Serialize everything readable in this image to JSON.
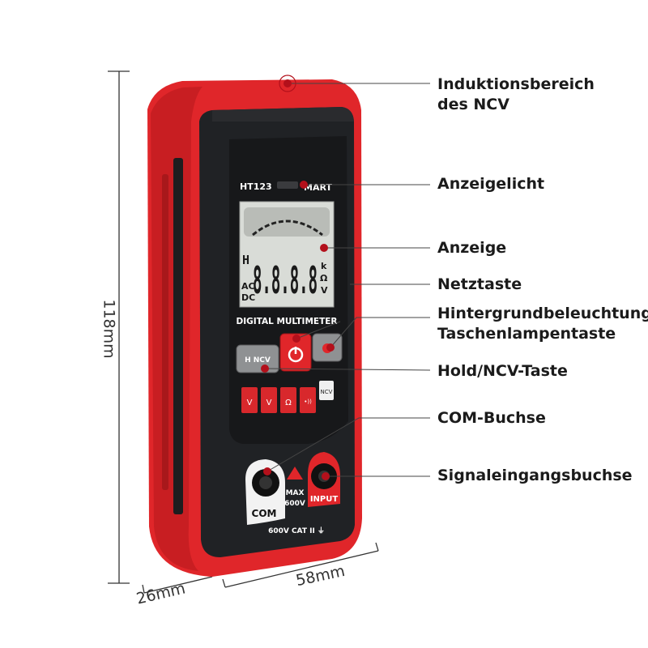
{
  "device": {
    "model": "HT123",
    "brand_suffix": "MART",
    "lcd_icons": {
      "hold": "H",
      "ac": "AC",
      "dc": "DC",
      "k": "k",
      "omega": "Ω",
      "v": "V",
      "digits": "8.8.8.8"
    },
    "title": "DIGITAL MULTIMETER",
    "buttons": {
      "hold_ncv": "H NCV",
      "power": "power-icon",
      "light": "light-icon"
    },
    "function_keys": [
      "V",
      "V",
      "Ω",
      "•))",
      "NCV"
    ],
    "jack_com": "COM",
    "jack_input": "INPUT",
    "warning_max": "MAX",
    "warning_voltage": "600V",
    "rating": "600V CAT II ⏚"
  },
  "callouts": [
    {
      "lines": [
        "Induktionsbereich",
        "des NCV"
      ]
    },
    {
      "lines": [
        "Anzeigelicht"
      ]
    },
    {
      "lines": [
        "Anzeige"
      ]
    },
    {
      "lines": [
        "Netztaste"
      ]
    },
    {
      "lines": [
        "Hintergrundbeleuchtung/",
        "Taschenlampentaste"
      ]
    },
    {
      "lines": [
        "Hold/NCV-Taste"
      ]
    },
    {
      "lines": [
        "COM-Buchse"
      ]
    },
    {
      "lines": [
        "Signaleingangsbuchse"
      ]
    }
  ],
  "dimensions": {
    "height": "118mm",
    "depth": "26mm",
    "width": "58mm"
  },
  "colors": {
    "case": "#e0262a",
    "case_dark": "#b51a1e",
    "panel": "#202225",
    "marker": "#b3101b",
    "lcd": "#d9dcd7"
  }
}
